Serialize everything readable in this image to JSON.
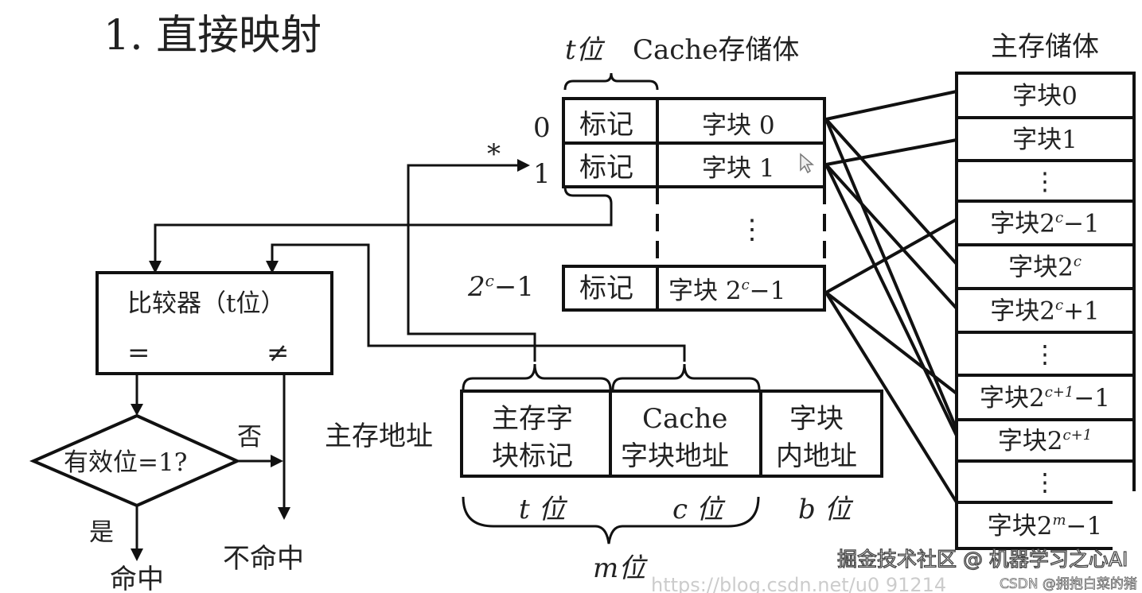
{
  "title": "1. 直接映射",
  "cache": {
    "tag_bits_label": "t位",
    "title": "Cache存储体",
    "rows": [
      {
        "index": "0",
        "tag": "标记",
        "block": "字块 0"
      },
      {
        "index": "1",
        "tag": "标记",
        "block": "字块 1"
      },
      {
        "index_base": "2",
        "index_sup": "c",
        "index_post": "−1",
        "tag": "标记",
        "block_base": "字块 2",
        "block_sup": "c",
        "block_post": "−1"
      }
    ],
    "ellipsis": "⋮",
    "marker": "*"
  },
  "main_memory": {
    "title": "主存储体",
    "rows": [
      {
        "base": "字块0"
      },
      {
        "base": "字块1"
      },
      {
        "base": "⋮"
      },
      {
        "base": "字块2",
        "sup": "c",
        "post": "−1"
      },
      {
        "base": "字块2",
        "sup": "c",
        "post": ""
      },
      {
        "base": "字块2",
        "sup": "c",
        "post": "+1"
      },
      {
        "base": "⋮"
      },
      {
        "base": "字块2",
        "sup": "c+1",
        "post": "−1"
      },
      {
        "base": "字块2",
        "sup": "c+1",
        "post": ""
      },
      {
        "base": "⋮"
      },
      {
        "base": "字块2",
        "sup": "m",
        "post": "−1"
      }
    ]
  },
  "comparator": {
    "label": "比较器（t位）",
    "equal": "=",
    "not_equal": "≠"
  },
  "valid_check": {
    "label": "有效位=1?",
    "no": "否",
    "yes": "是",
    "hit": "命中",
    "miss": "不命中"
  },
  "address": {
    "label": "主存地址",
    "fields": [
      {
        "line1": "主存字",
        "line2": "块标记",
        "bits": "t 位"
      },
      {
        "line1": "Cache",
        "line2": "字块地址",
        "bits": "c 位"
      },
      {
        "line1": "字块",
        "line2": "内地址",
        "bits": "b 位"
      }
    ],
    "total_bits": "m位"
  },
  "watermarks": [
    "掘金技术社区 @ 机器学习之心AI",
    "CSDN @拥抱白菜的猪",
    "https://blog.csdn.net/u0 91214"
  ]
}
